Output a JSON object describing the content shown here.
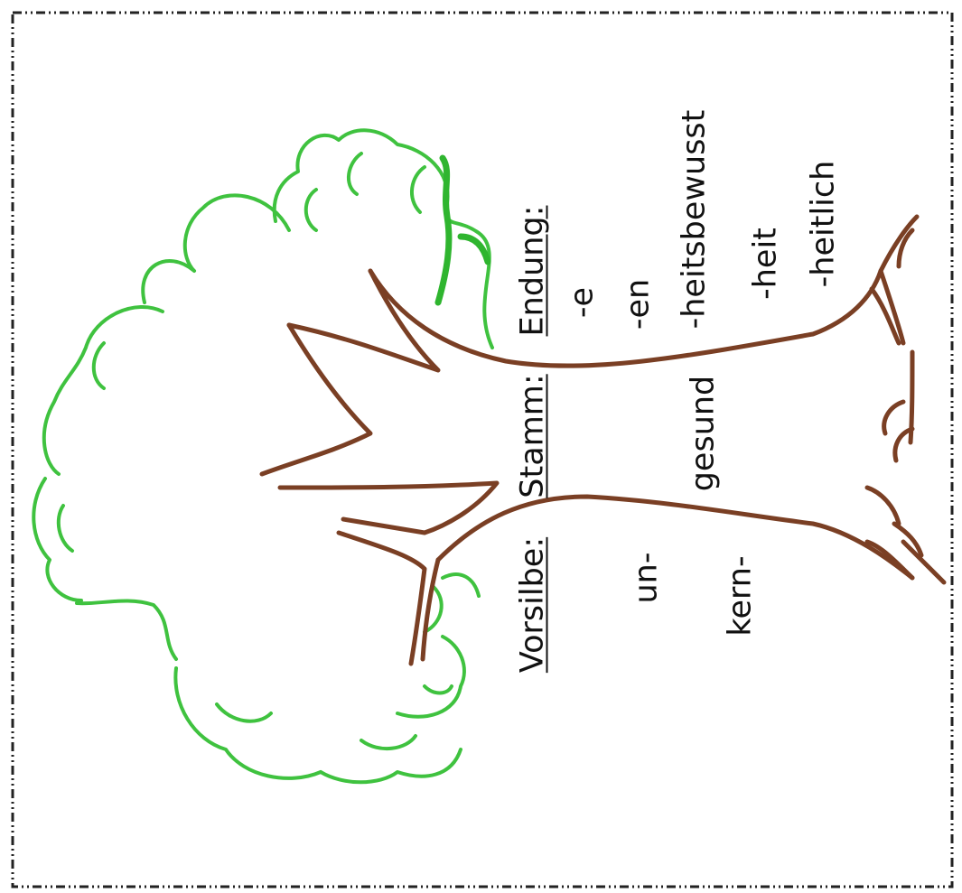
{
  "colors": {
    "crown": "#3fc23f",
    "crown_dark": "#2fb52f",
    "trunk": "#7a3f24",
    "text": "#111111",
    "border": "#222222"
  },
  "headers": {
    "prefix": "Vorsilbe:",
    "stem": "Stamm:",
    "suffix": "Endung:"
  },
  "prefixes": [
    "un-",
    "kern-"
  ],
  "stems": [
    "gesund"
  ],
  "suffixes": [
    "-e",
    "-en",
    "-heitsbewusst",
    "-heit",
    "-heitlich"
  ]
}
